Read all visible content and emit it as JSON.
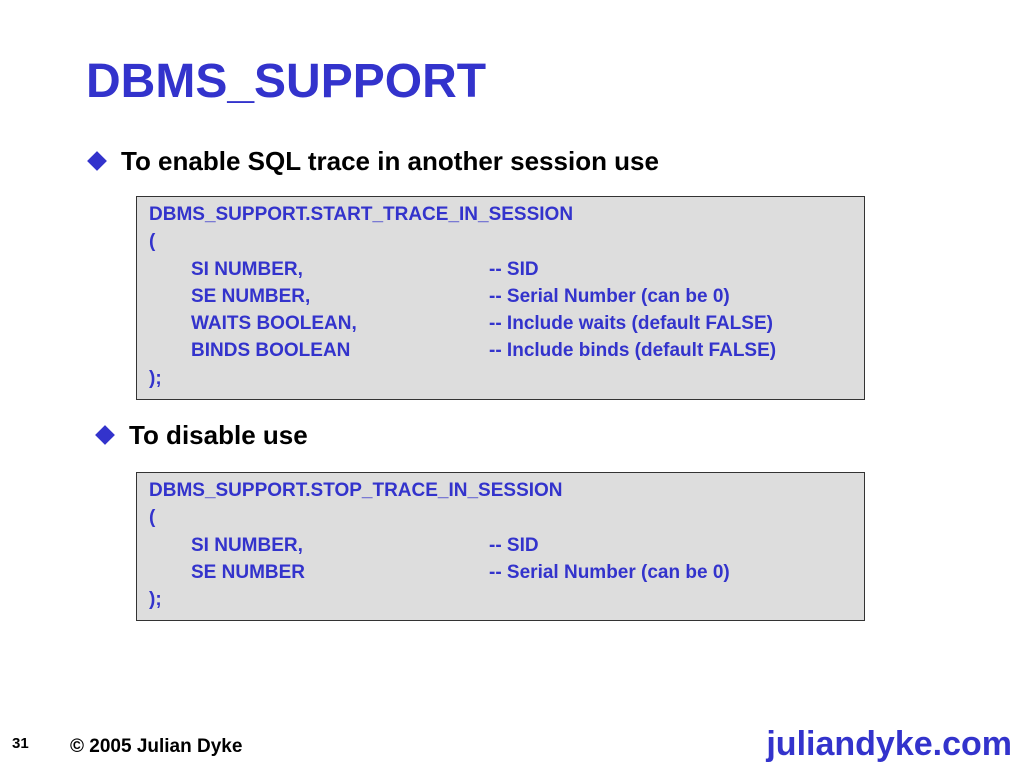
{
  "slide": {
    "title": "DBMS_SUPPORT",
    "bullets": [
      "To enable SQL trace in another session use",
      "To disable use"
    ]
  },
  "code_blocks": [
    {
      "header": "DBMS_SUPPORT.START_TRACE_IN_SESSION",
      "open": "(",
      "params": [
        {
          "param": "SI NUMBER,",
          "comment": "-- SID"
        },
        {
          "param": "SE NUMBER,",
          "comment": "-- Serial Number (can be 0)"
        },
        {
          "param": "WAITS BOOLEAN,",
          "comment": "-- Include waits (default FALSE)"
        },
        {
          "param": "BINDS BOOLEAN",
          "comment": "-- Include binds (default FALSE)"
        }
      ],
      "close": ");"
    },
    {
      "header": "DBMS_SUPPORT.STOP_TRACE_IN_SESSION",
      "open": "(",
      "params": [
        {
          "param": "SI NUMBER,",
          "comment": "-- SID"
        },
        {
          "param": "SE NUMBER",
          "comment": "-- Serial Number (can be 0)"
        }
      ],
      "close": ");"
    }
  ],
  "footer": {
    "page_number": "31",
    "copyright": "© 2005 Julian Dyke",
    "website": "juliandyke.com"
  },
  "colors": {
    "accent": "#3333cc",
    "code_background": "#dddddd"
  }
}
